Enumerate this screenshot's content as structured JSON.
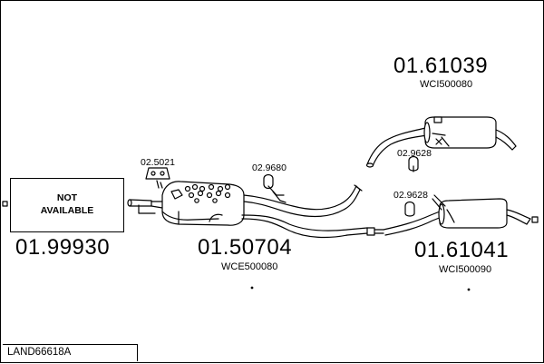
{
  "not_available": {
    "line1": "NOT",
    "line2": "AVAILABLE"
  },
  "reference": "LAND66618A",
  "parts": [
    {
      "id": "front",
      "number": "01.99930",
      "code": ""
    },
    {
      "id": "middle",
      "number": "01.50704",
      "code": "WCE500080"
    },
    {
      "id": "rear_upper",
      "number": "01.61039",
      "code": "WCI500080"
    },
    {
      "id": "rear_lower",
      "number": "01.61041",
      "code": "WCI500090"
    }
  ],
  "hangers": [
    {
      "id": "h1",
      "number": "02.5021"
    },
    {
      "id": "h2",
      "number": "02.9680"
    },
    {
      "id": "h3",
      "number": "02.9628"
    },
    {
      "id": "h4",
      "number": "02.9628"
    }
  ],
  "colors": {
    "line": "#000000",
    "fill": "#ffffff",
    "shade": "#cfcfcf"
  }
}
